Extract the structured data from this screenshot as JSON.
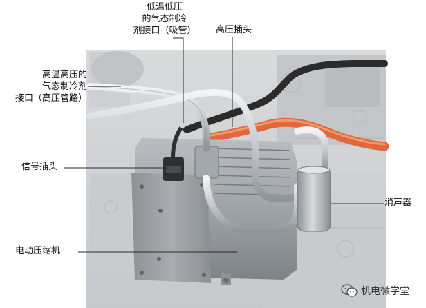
{
  "labels": {
    "low_pressure_port": [
      "低温低压",
      "的气态制冷",
      "剂接口（吸管）"
    ],
    "high_pressure_plug": "高压插头",
    "high_pressure_port": [
      "高温高压的",
      "气态制冷剂",
      "接口（高压管路）"
    ],
    "signal_plug": "信号插头",
    "muffler": "消声器",
    "electric_compressor": "电动压缩机"
  },
  "watermark": {
    "text": "机电微学堂",
    "icon": "wechat-logo-icon"
  },
  "colors": {
    "leader_line": "#2a2a2a",
    "pipe": "#c9ced3",
    "orange_cable": "#e0693b",
    "black_hose": "#2b2b2b",
    "compressor_body": "#9a9fa4",
    "background_engine": "#cfd2d4"
  }
}
